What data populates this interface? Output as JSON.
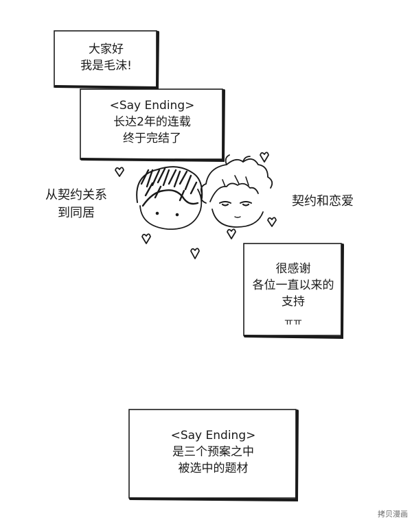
{
  "boxes": {
    "greeting": [
      "大家好",
      "我是毛沫!"
    ],
    "ending": [
      "<Say Ending>",
      "长达2年的连载",
      "终于完结了"
    ],
    "thanks": [
      "很感谢",
      "各位一直以来的",
      "支持",
      "ㅠㅠ"
    ],
    "origin": [
      "<Say Ending>",
      "是三个预案之中",
      "被选中的题材"
    ]
  },
  "captions": {
    "left": [
      "从契约关系",
      "到同居"
    ],
    "right": [
      "契约和恋爱"
    ]
  },
  "watermark": "拷贝漫画",
  "colors": {
    "ink": "#1a1a1a",
    "shadow": "#222222",
    "paper": "#ffffff"
  }
}
